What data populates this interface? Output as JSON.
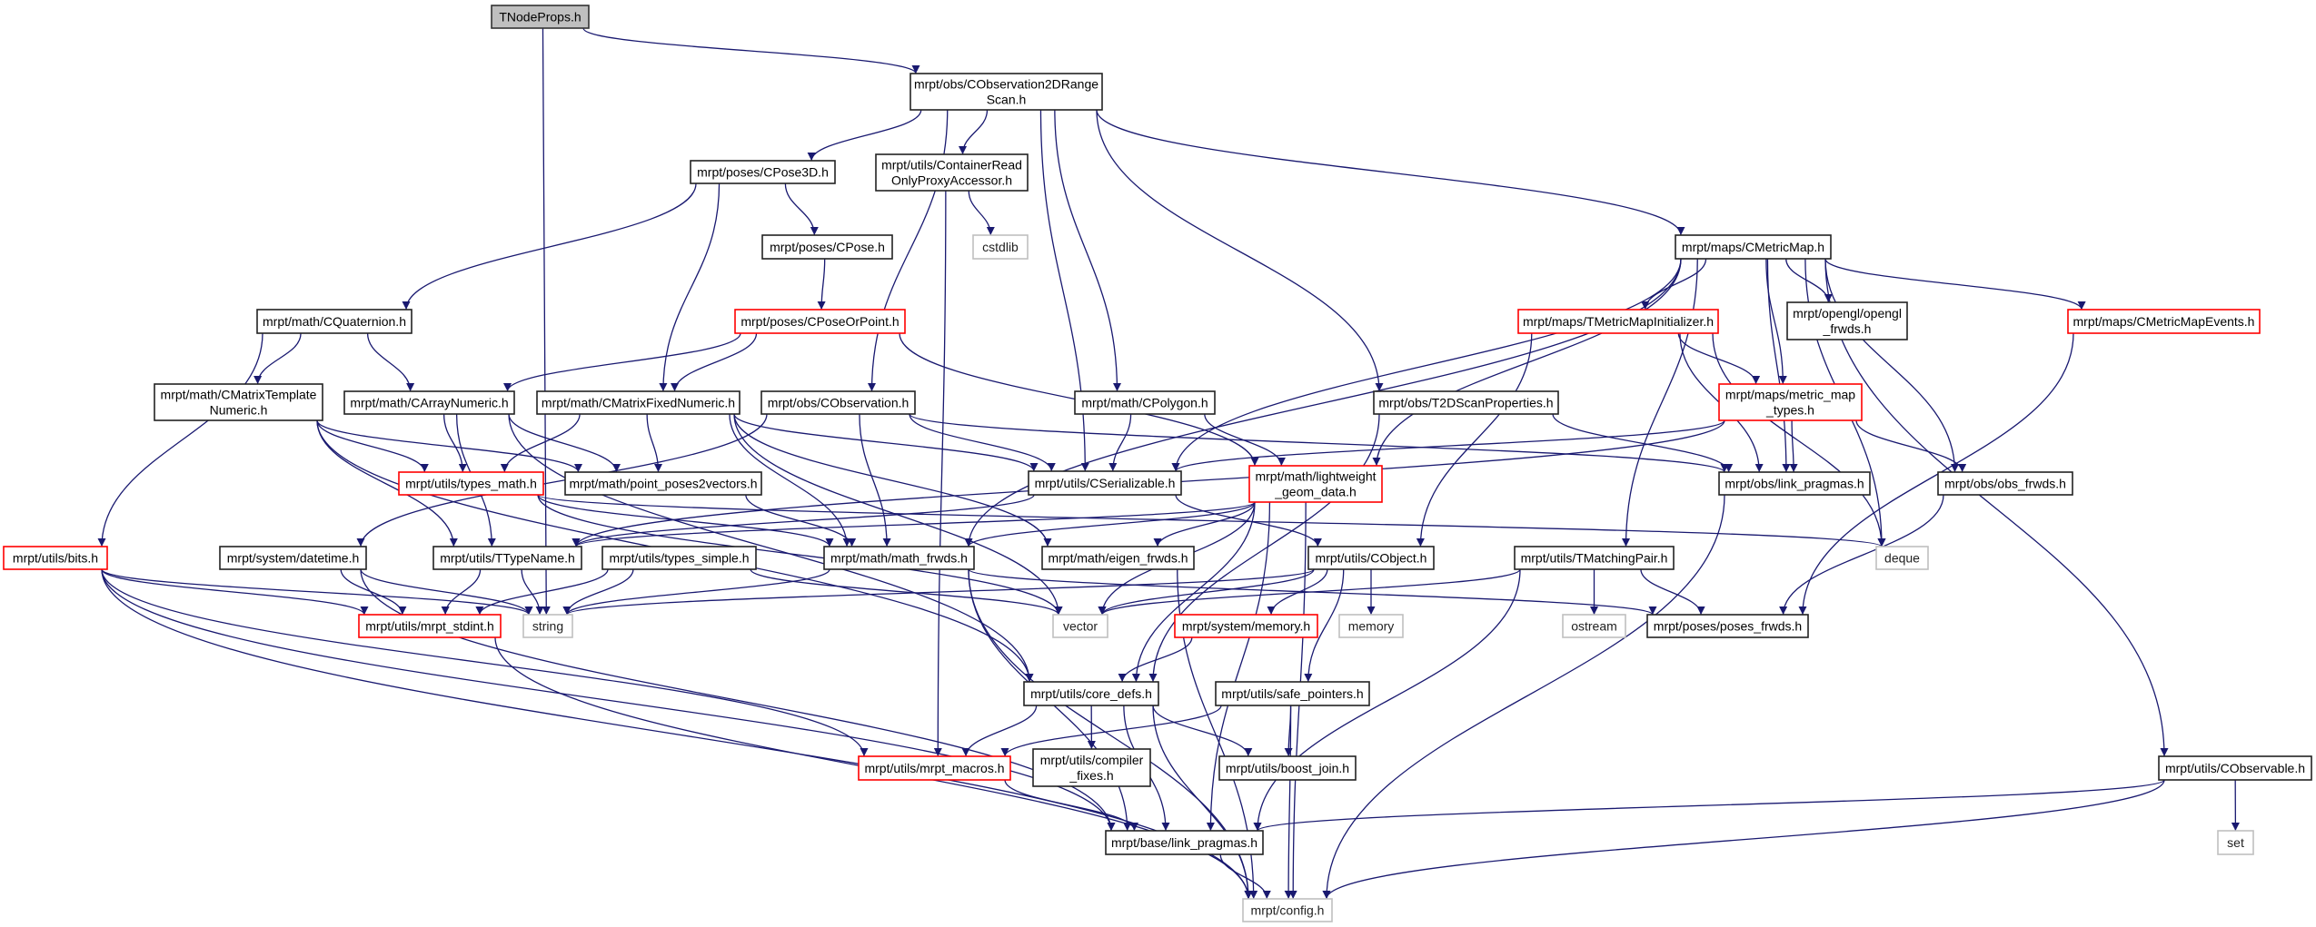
{
  "graph": {
    "colors": {
      "edge": "#191970",
      "normal_border": "#222222",
      "truncated_border": "#ff0000",
      "external_border": "#bfbfbf",
      "root_fill": "#bfbfbf"
    },
    "nodes": [
      {
        "id": "tnodeprops",
        "kind": "root",
        "lines": [
          "TNodeProps.h"
        ]
      },
      {
        "id": "obs2d",
        "kind": "normal",
        "lines": [
          "mrpt/obs/CObservation2DRange",
          "Scan.h"
        ]
      },
      {
        "id": "cpose3d",
        "kind": "normal",
        "lines": [
          "mrpt/poses/CPose3D.h"
        ]
      },
      {
        "id": "container",
        "kind": "normal",
        "lines": [
          "mrpt/utils/ContainerRead",
          "OnlyProxyAccessor.h"
        ]
      },
      {
        "id": "cstdlib",
        "kind": "leaf",
        "lines": [
          "cstdlib"
        ]
      },
      {
        "id": "cpose",
        "kind": "normal",
        "lines": [
          "mrpt/poses/CPose.h"
        ]
      },
      {
        "id": "cposeorpoint",
        "kind": "red",
        "lines": [
          "mrpt/poses/CPoseOrPoint.h"
        ]
      },
      {
        "id": "cmetricmap",
        "kind": "normal",
        "lines": [
          "mrpt/maps/CMetricMap.h"
        ]
      },
      {
        "id": "cquaternion",
        "kind": "normal",
        "lines": [
          "mrpt/math/CQuaternion.h"
        ]
      },
      {
        "id": "cmtn",
        "kind": "normal",
        "lines": [
          "mrpt/math/CMatrixTemplate",
          "Numeric.h"
        ]
      },
      {
        "id": "carray",
        "kind": "normal",
        "lines": [
          "mrpt/math/CArrayNumeric.h"
        ]
      },
      {
        "id": "cmfixed",
        "kind": "normal",
        "lines": [
          "mrpt/math/CMatrixFixedNumeric.h"
        ]
      },
      {
        "id": "cobservation",
        "kind": "normal",
        "lines": [
          "mrpt/obs/CObservation.h"
        ]
      },
      {
        "id": "cpolygon",
        "kind": "normal",
        "lines": [
          "mrpt/math/CPolygon.h"
        ]
      },
      {
        "id": "t2dscan",
        "kind": "normal",
        "lines": [
          "mrpt/obs/T2DScanProperties.h"
        ]
      },
      {
        "id": "tmminit",
        "kind": "red",
        "lines": [
          "mrpt/maps/TMetricMapInitializer.h"
        ]
      },
      {
        "id": "opengl",
        "kind": "normal",
        "lines": [
          "mrpt/opengl/opengl",
          "_frwds.h"
        ]
      },
      {
        "id": "cmmevents",
        "kind": "red",
        "lines": [
          "mrpt/maps/CMetricMapEvents.h"
        ]
      },
      {
        "id": "mmtypes",
        "kind": "red",
        "lines": [
          "mrpt/maps/metric_map",
          "_types.h"
        ]
      },
      {
        "id": "typesmath",
        "kind": "red",
        "lines": [
          "mrpt/utils/types_math.h"
        ]
      },
      {
        "id": "pp2v",
        "kind": "normal",
        "lines": [
          "mrpt/math/point_poses2vectors.h"
        ]
      },
      {
        "id": "cserial",
        "kind": "normal",
        "lines": [
          "mrpt/utils/CSerializable.h"
        ]
      },
      {
        "id": "lwgeom",
        "kind": "red",
        "lines": [
          "mrpt/math/lightweight",
          "_geom_data.h"
        ]
      },
      {
        "id": "obslink",
        "kind": "normal",
        "lines": [
          "mrpt/obs/link_pragmas.h"
        ]
      },
      {
        "id": "obsfrwds",
        "kind": "normal",
        "lines": [
          "mrpt/obs/obs_frwds.h"
        ]
      },
      {
        "id": "bits",
        "kind": "red",
        "lines": [
          "mrpt/utils/bits.h"
        ]
      },
      {
        "id": "datetime",
        "kind": "normal",
        "lines": [
          "mrpt/system/datetime.h"
        ]
      },
      {
        "id": "ttypename",
        "kind": "normal",
        "lines": [
          "mrpt/utils/TTypeName.h"
        ]
      },
      {
        "id": "typessimple",
        "kind": "normal",
        "lines": [
          "mrpt/utils/types_simple.h"
        ]
      },
      {
        "id": "mathfrwds",
        "kind": "normal",
        "lines": [
          "mrpt/math/math_frwds.h"
        ]
      },
      {
        "id": "eigenfrwds",
        "kind": "normal",
        "lines": [
          "mrpt/math/eigen_frwds.h"
        ]
      },
      {
        "id": "cobject",
        "kind": "normal",
        "lines": [
          "mrpt/utils/CObject.h"
        ]
      },
      {
        "id": "tmatching",
        "kind": "normal",
        "lines": [
          "mrpt/utils/TMatchingPair.h"
        ]
      },
      {
        "id": "deque",
        "kind": "leaf",
        "lines": [
          "deque"
        ]
      },
      {
        "id": "stdint",
        "kind": "red",
        "lines": [
          "mrpt/utils/mrpt_stdint.h"
        ]
      },
      {
        "id": "string",
        "kind": "leaf",
        "lines": [
          "string"
        ]
      },
      {
        "id": "vector",
        "kind": "leaf",
        "lines": [
          "vector"
        ]
      },
      {
        "id": "sysmemory",
        "kind": "red",
        "lines": [
          "mrpt/system/memory.h"
        ]
      },
      {
        "id": "memory",
        "kind": "leaf",
        "lines": [
          "memory"
        ]
      },
      {
        "id": "ostream",
        "kind": "leaf",
        "lines": [
          "ostream"
        ]
      },
      {
        "id": "posesfrwds",
        "kind": "normal",
        "lines": [
          "mrpt/poses/poses_frwds.h"
        ]
      },
      {
        "id": "coredefs",
        "kind": "normal",
        "lines": [
          "mrpt/utils/core_defs.h"
        ]
      },
      {
        "id": "safeptr",
        "kind": "normal",
        "lines": [
          "mrpt/utils/safe_pointers.h"
        ]
      },
      {
        "id": "macros",
        "kind": "red",
        "lines": [
          "mrpt/utils/mrpt_macros.h"
        ]
      },
      {
        "id": "compfixes",
        "kind": "normal",
        "lines": [
          "mrpt/utils/compiler",
          "_fixes.h"
        ]
      },
      {
        "id": "boostjoin",
        "kind": "normal",
        "lines": [
          "mrpt/utils/boost_join.h"
        ]
      },
      {
        "id": "cobservable",
        "kind": "normal",
        "lines": [
          "mrpt/utils/CObservable.h"
        ]
      },
      {
        "id": "baselink",
        "kind": "normal",
        "lines": [
          "mrpt/base/link_pragmas.h"
        ]
      },
      {
        "id": "config",
        "kind": "leaf",
        "lines": [
          "mrpt/config.h"
        ]
      },
      {
        "id": "set",
        "kind": "leaf",
        "lines": [
          "set"
        ]
      }
    ],
    "edges": [
      [
        "tnodeprops",
        "obs2d"
      ],
      [
        "tnodeprops",
        "string"
      ],
      [
        "obs2d",
        "cpose3d"
      ],
      [
        "obs2d",
        "container"
      ],
      [
        "obs2d",
        "cobservation"
      ],
      [
        "obs2d",
        "cserial"
      ],
      [
        "obs2d",
        "cpolygon"
      ],
      [
        "obs2d",
        "t2dscan"
      ],
      [
        "obs2d",
        "cmetricmap"
      ],
      [
        "cpose3d",
        "cquaternion"
      ],
      [
        "cpose3d",
        "cpose"
      ],
      [
        "cpose3d",
        "cmfixed"
      ],
      [
        "container",
        "cstdlib"
      ],
      [
        "container",
        "macros"
      ],
      [
        "cpose",
        "cposeorpoint"
      ],
      [
        "cposeorpoint",
        "carray"
      ],
      [
        "cposeorpoint",
        "cmfixed"
      ],
      [
        "cposeorpoint",
        "lwgeom"
      ],
      [
        "cquaternion",
        "cmtn"
      ],
      [
        "cquaternion",
        "carray"
      ],
      [
        "cquaternion",
        "bits"
      ],
      [
        "cmtn",
        "typesmath"
      ],
      [
        "cmtn",
        "ttypename"
      ],
      [
        "cmtn",
        "pp2v"
      ],
      [
        "cmtn",
        "coredefs"
      ],
      [
        "carray",
        "typesmath"
      ],
      [
        "carray",
        "ttypename"
      ],
      [
        "carray",
        "pp2v"
      ],
      [
        "carray",
        "coredefs"
      ],
      [
        "cmfixed",
        "typesmath"
      ],
      [
        "cmfixed",
        "pp2v"
      ],
      [
        "cmfixed",
        "mathfrwds"
      ],
      [
        "cmfixed",
        "cserial"
      ],
      [
        "cmfixed",
        "eigenfrwds"
      ],
      [
        "cmfixed",
        "vector"
      ],
      [
        "cobservation",
        "cserial"
      ],
      [
        "cobservation",
        "mathfrwds"
      ],
      [
        "cobservation",
        "datetime"
      ],
      [
        "cobservation",
        "obslink"
      ],
      [
        "cpolygon",
        "cserial"
      ],
      [
        "cpolygon",
        "lwgeom"
      ],
      [
        "t2dscan",
        "obslink"
      ],
      [
        "t2dscan",
        "coredefs"
      ],
      [
        "cmetricmap",
        "tmminit"
      ],
      [
        "cmetricmap",
        "mmtypes"
      ],
      [
        "cmetricmap",
        "opengl"
      ],
      [
        "cmetricmap",
        "cmmevents"
      ],
      [
        "cmetricmap",
        "cobservable"
      ],
      [
        "cmetricmap",
        "cserial"
      ],
      [
        "cmetricmap",
        "lwgeom"
      ],
      [
        "cmetricmap",
        "mathfrwds"
      ],
      [
        "cmetricmap",
        "tmatching"
      ],
      [
        "cmetricmap",
        "obslink"
      ],
      [
        "cmetricmap",
        "obsfrwds"
      ],
      [
        "cmetricmap",
        "deque"
      ],
      [
        "tmminit",
        "mmtypes"
      ],
      [
        "tmminit",
        "cobject"
      ],
      [
        "tmminit",
        "obslink"
      ],
      [
        "tmminit",
        "deque"
      ],
      [
        "cmmevents",
        "posesfrwds"
      ],
      [
        "mmtypes",
        "cserial"
      ],
      [
        "mmtypes",
        "obslink"
      ],
      [
        "mmtypes",
        "obsfrwds"
      ],
      [
        "mmtypes",
        "ttypename"
      ],
      [
        "typesmath",
        "mathfrwds"
      ],
      [
        "typesmath",
        "vector"
      ],
      [
        "typesmath",
        "deque"
      ],
      [
        "pp2v",
        "mathfrwds"
      ],
      [
        "cserial",
        "cobject"
      ],
      [
        "cserial",
        "ttypename"
      ],
      [
        "lwgeom",
        "mathfrwds"
      ],
      [
        "lwgeom",
        "eigenfrwds"
      ],
      [
        "lwgeom",
        "vector"
      ],
      [
        "lwgeom",
        "coredefs"
      ],
      [
        "lwgeom",
        "baselink"
      ],
      [
        "lwgeom",
        "config"
      ],
      [
        "lwgeom",
        "ttypename"
      ],
      [
        "obslink",
        "config"
      ],
      [
        "obsfrwds",
        "posesfrwds"
      ],
      [
        "bits",
        "stdint"
      ],
      [
        "bits",
        "string"
      ],
      [
        "bits",
        "macros"
      ],
      [
        "bits",
        "baselink"
      ],
      [
        "bits",
        "config"
      ],
      [
        "datetime",
        "string"
      ],
      [
        "datetime",
        "stdint"
      ],
      [
        "datetime",
        "baselink"
      ],
      [
        "ttypename",
        "stdint"
      ],
      [
        "ttypename",
        "string"
      ],
      [
        "typessimple",
        "stdint"
      ],
      [
        "typessimple",
        "string"
      ],
      [
        "typessimple",
        "vector"
      ],
      [
        "mathfrwds",
        "string"
      ],
      [
        "mathfrwds",
        "config"
      ],
      [
        "mathfrwds",
        "baselink"
      ],
      [
        "mathfrwds",
        "posesfrwds"
      ],
      [
        "eigenfrwds",
        "config"
      ],
      [
        "cobject",
        "vector"
      ],
      [
        "cobject",
        "sysmemory"
      ],
      [
        "cobject",
        "memory"
      ],
      [
        "cobject",
        "safeptr"
      ],
      [
        "cobject",
        "string"
      ],
      [
        "tmatching",
        "vector"
      ],
      [
        "tmatching",
        "ostream"
      ],
      [
        "tmatching",
        "posesfrwds"
      ],
      [
        "tmatching",
        "baselink"
      ],
      [
        "stdint",
        "config"
      ],
      [
        "sysmemory",
        "coredefs"
      ],
      [
        "coredefs",
        "macros"
      ],
      [
        "coredefs",
        "compfixes"
      ],
      [
        "coredefs",
        "boostjoin"
      ],
      [
        "coredefs",
        "baselink"
      ],
      [
        "coredefs",
        "config"
      ],
      [
        "safeptr",
        "macros"
      ],
      [
        "safeptr",
        "boostjoin"
      ],
      [
        "safeptr",
        "config"
      ],
      [
        "macros",
        "baselink"
      ],
      [
        "cobservable",
        "baselink"
      ],
      [
        "cobservable",
        "set"
      ],
      [
        "cobservable",
        "config"
      ],
      [
        "baselink",
        "config"
      ]
    ]
  }
}
